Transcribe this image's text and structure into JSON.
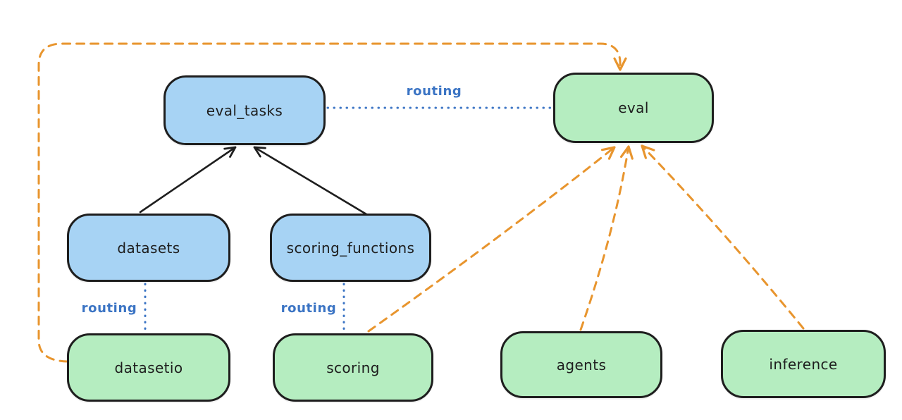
{
  "diagram": {
    "colors": {
      "background": "#ffffff",
      "node_stroke": "#1e1e1e",
      "blue_fill": "#a7d3f4",
      "green_fill": "#b5edc0",
      "routing_blue": "#3b74c4",
      "orange": "#e8952e",
      "black": "#1e1e1e"
    },
    "nodes": {
      "eval_tasks": {
        "label": "eval_tasks",
        "color": "blue"
      },
      "eval": {
        "label": "eval",
        "color": "green"
      },
      "datasets": {
        "label": "datasets",
        "color": "blue"
      },
      "scoring_functions": {
        "label": "scoring_functions",
        "color": "blue"
      },
      "datasetio": {
        "label": "datasetio",
        "color": "green"
      },
      "scoring": {
        "label": "scoring",
        "color": "green"
      },
      "agents": {
        "label": "agents",
        "color": "green"
      },
      "inference": {
        "label": "inference",
        "color": "green"
      }
    },
    "edges": [
      {
        "from": "datasets",
        "to": "eval_tasks",
        "style": "solid-black-arrow",
        "label": ""
      },
      {
        "from": "scoring_functions",
        "to": "eval_tasks",
        "style": "solid-black-arrow",
        "label": ""
      },
      {
        "from": "eval_tasks",
        "to": "eval",
        "style": "dotted-blue",
        "label": "routing"
      },
      {
        "from": "datasets",
        "to": "datasetio",
        "style": "dotted-blue",
        "label": "routing"
      },
      {
        "from": "scoring_functions",
        "to": "scoring",
        "style": "dotted-blue",
        "label": "routing"
      },
      {
        "from": "datasetio",
        "to": "eval",
        "style": "dashed-orange-arrow",
        "label": ""
      },
      {
        "from": "scoring",
        "to": "eval",
        "style": "dashed-orange-arrow",
        "label": ""
      },
      {
        "from": "agents",
        "to": "eval",
        "style": "dashed-orange-arrow",
        "label": ""
      },
      {
        "from": "inference",
        "to": "eval",
        "style": "dashed-orange-arrow",
        "label": ""
      }
    ]
  }
}
